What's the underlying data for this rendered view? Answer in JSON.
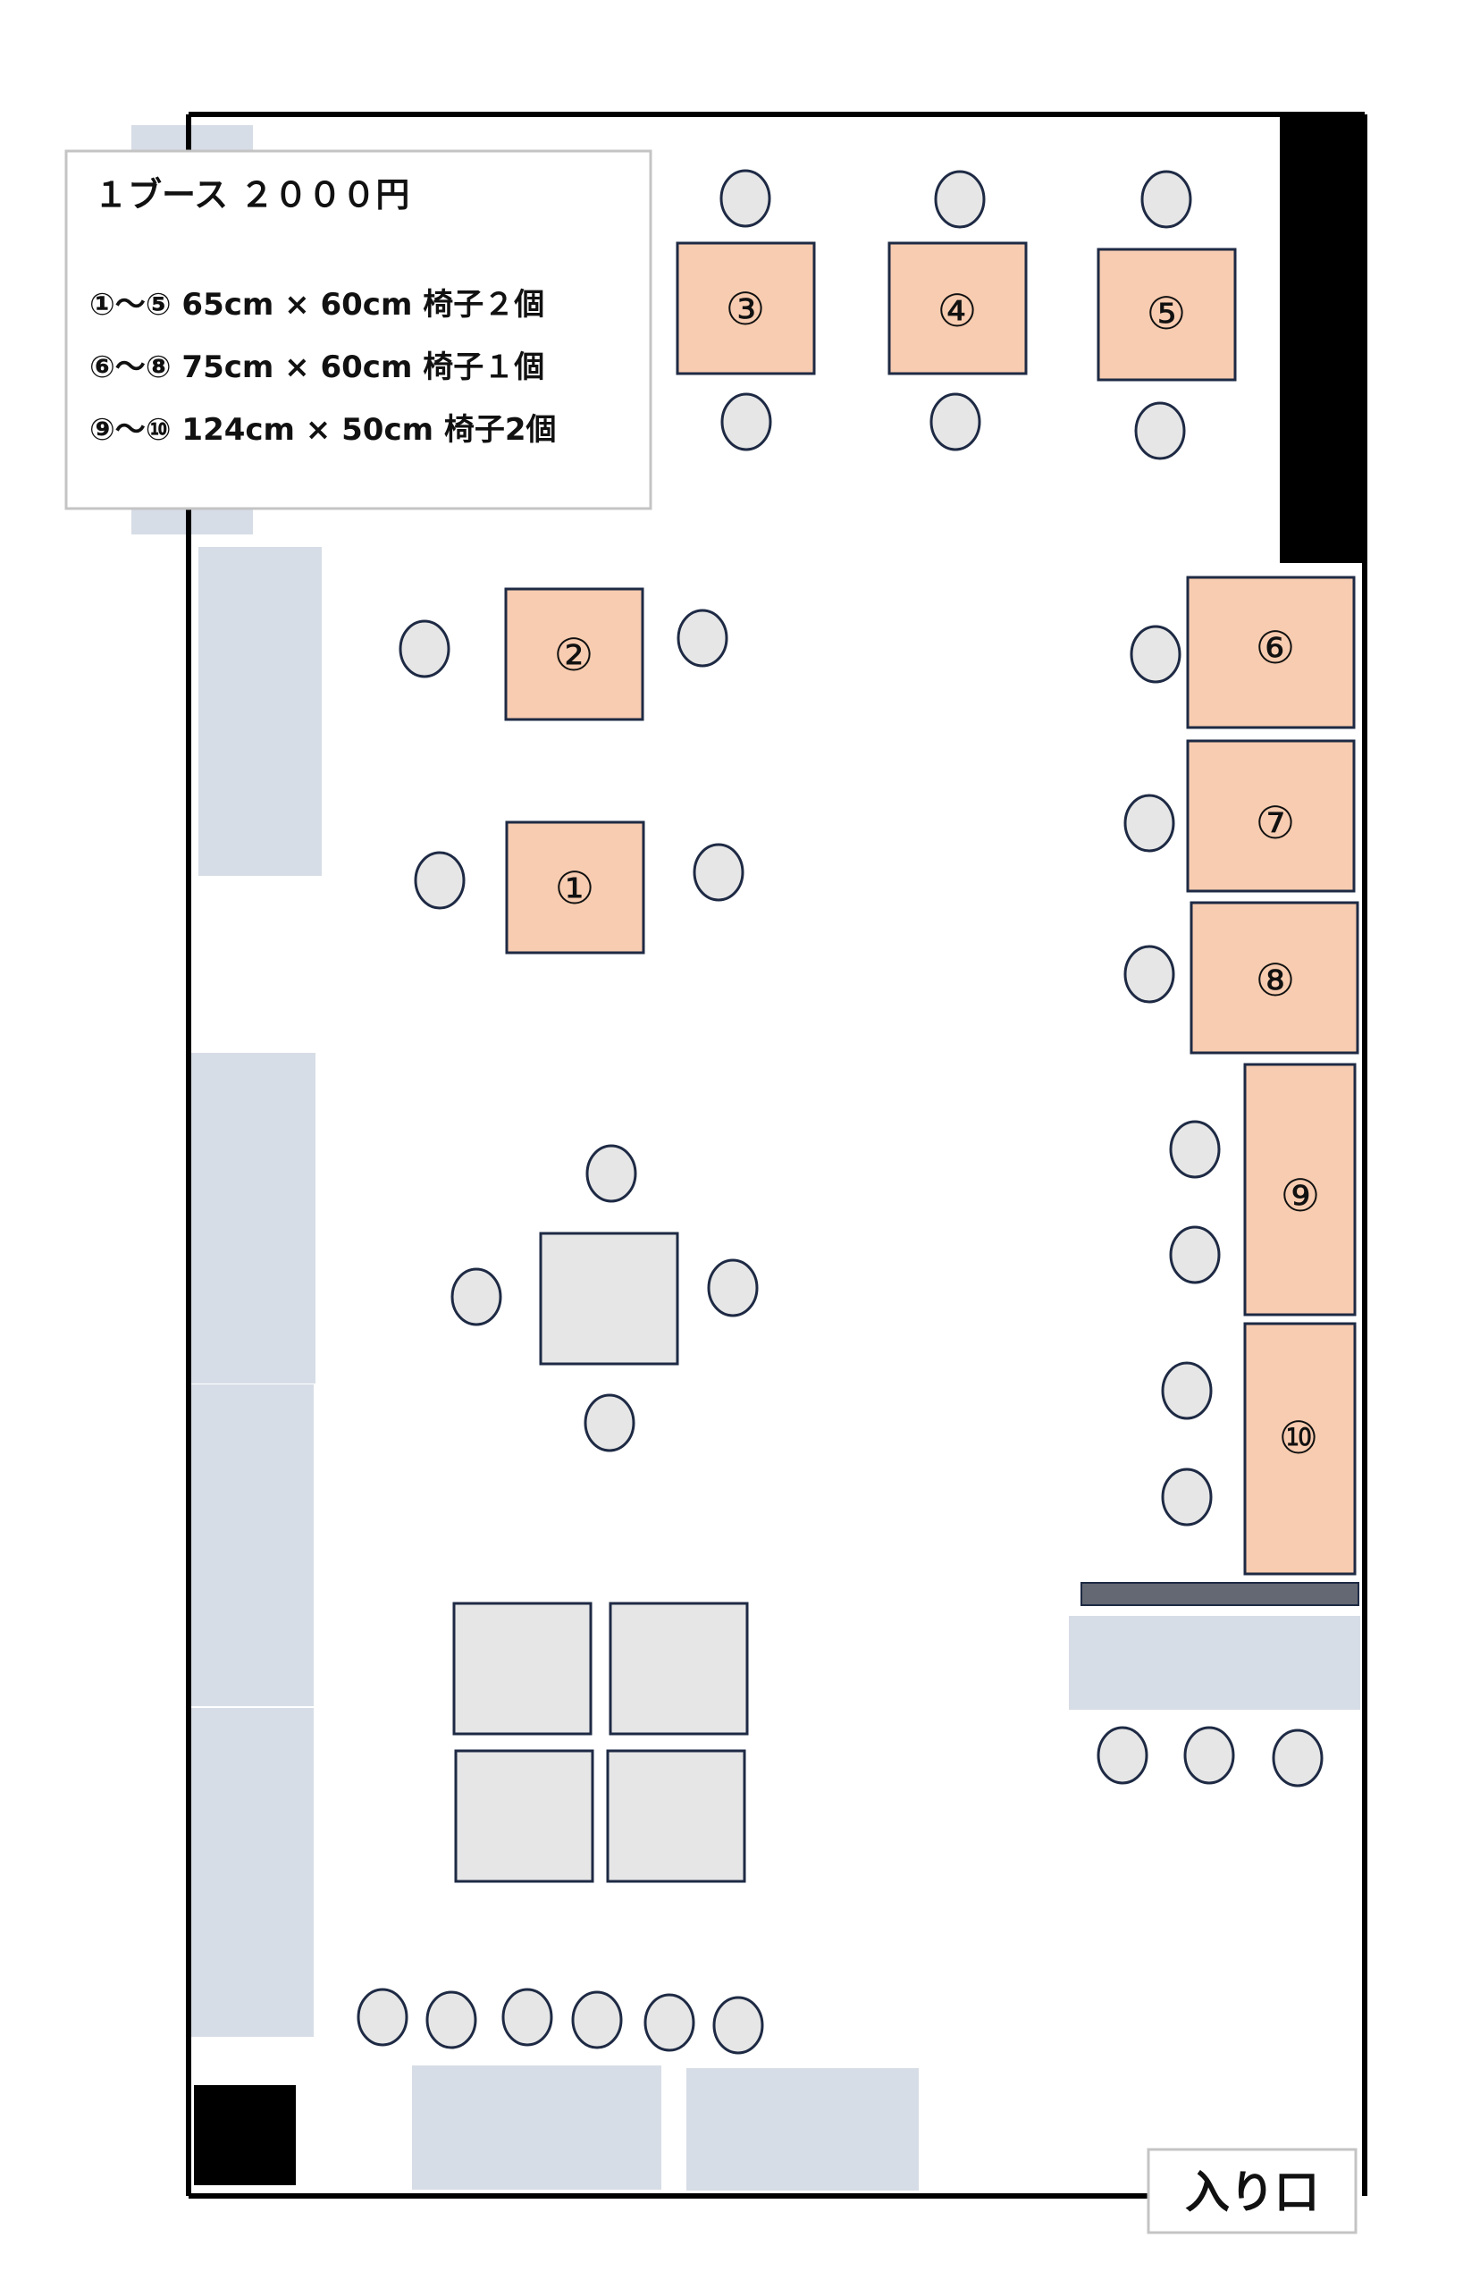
{
  "legend": {
    "title": "１ブース ２０００円",
    "lines": [
      "①～⑤ 65cm × 60cm 椅子２個",
      "⑥～⑧ 75cm × 60cm 椅子１個",
      "⑨～⑩ 124cm × 50cm 椅子2個"
    ]
  },
  "entrance_label": "入り口",
  "booths": [
    {
      "id": "1",
      "label": "①"
    },
    {
      "id": "2",
      "label": "②"
    },
    {
      "id": "3",
      "label": "③"
    },
    {
      "id": "4",
      "label": "④"
    },
    {
      "id": "5",
      "label": "⑤"
    },
    {
      "id": "6",
      "label": "⑥"
    },
    {
      "id": "7",
      "label": "⑦"
    },
    {
      "id": "8",
      "label": "⑧"
    },
    {
      "id": "9",
      "label": "⑨"
    },
    {
      "id": "10",
      "label": "⑩"
    }
  ],
  "colors": {
    "booth_fill": "#f8ccb0",
    "booth_stroke": "#1e2a44",
    "chair_fill": "#e6e6e6",
    "chair_stroke": "#1e2a44",
    "furniture_fill": "#d7dde6",
    "table_fill": "#e6e6e6",
    "wall": "#000000",
    "dark_block": "#000000",
    "counter_bar": "#636872"
  }
}
